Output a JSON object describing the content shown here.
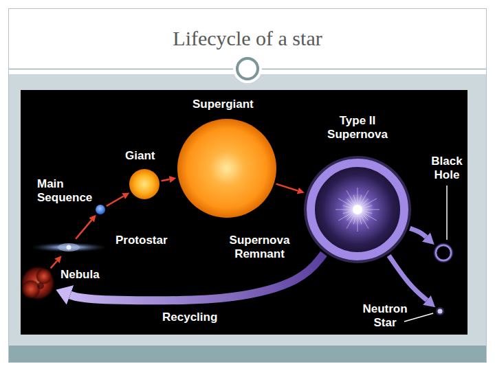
{
  "diagram": {
    "title": "Lifecycle of a star",
    "nodes": [
      {
        "text": [
          "Nebula"
        ]
      },
      {
        "text": [
          "Protostar"
        ]
      },
      {
        "text": [
          "Main Sequence"
        ]
      },
      {
        "text": [
          "Giant"
        ]
      },
      {
        "text": [
          "Supergiant"
        ]
      },
      {
        "text": [
          "Type II Supernova"
        ]
      },
      {
        "text": [
          "Black Hole"
        ]
      },
      {
        "text": [
          "Neutron Star"
        ]
      }
    ],
    "edges": [
      {
        "from": 0,
        "to": 1,
        "arrow": "to"
      },
      {
        "from": 1,
        "to": 2,
        "arrow": "to"
      },
      {
        "from": 2,
        "to": 3,
        "arrow": "to"
      },
      {
        "from": 3,
        "to": 4,
        "arrow": "to"
      },
      {
        "from": 4,
        "to": 5,
        "arrow": "to"
      },
      {
        "from": 5,
        "to": 6,
        "arrow": "to"
      },
      {
        "from": 5,
        "to": 7,
        "arrow": "to"
      },
      {
        "from": 5,
        "to": 0,
        "label": "Recycling",
        "arrow": "to"
      }
    ],
    "labels": [
      "Supernova Remnant"
    ]
  }
}
